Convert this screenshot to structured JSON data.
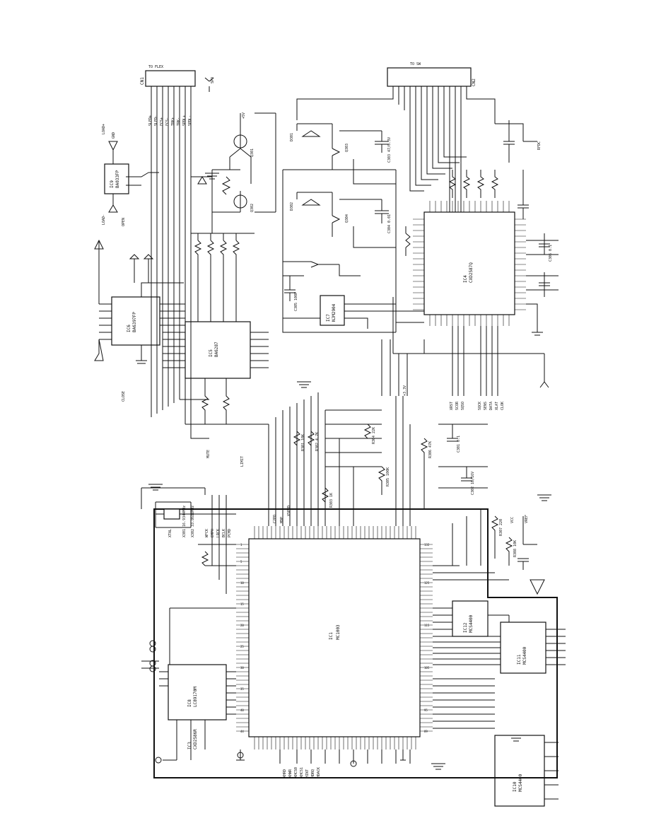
{
  "ics": [
    {
      "id": "ic1",
      "ref": "IC1",
      "part": "MC1003"
    },
    {
      "id": "ic3",
      "ref": "IC3",
      "part": "CXD2586R"
    },
    {
      "id": "ic4",
      "ref": "IC4",
      "part": "CXD2587Q"
    },
    {
      "id": "ic5",
      "ref": "IC5",
      "part": "BA6287"
    },
    {
      "id": "ic6",
      "ref": "IC6",
      "part": "BA6397FP"
    },
    {
      "id": "ic7",
      "ref": "IC7",
      "part": "NJM2904"
    },
    {
      "id": "ic8",
      "ref": "IC8",
      "part": "LC89170M"
    },
    {
      "id": "ic9",
      "ref": "IC9",
      "part": "BA033FP"
    },
    {
      "id": "ic10",
      "ref": "IC10",
      "part": "MCS4400"
    },
    {
      "id": "ic11",
      "ref": "IC11",
      "part": "MCS4400"
    },
    {
      "id": "ic12",
      "ref": "IC12",
      "part": "MCS4400"
    }
  ],
  "connectors": [
    {
      "id": "cn1",
      "ref": "CN1",
      "text": "TO FLEX"
    },
    {
      "id": "cn2",
      "ref": "CN2",
      "text": "TO SW"
    }
  ],
  "net_labels": [
    {
      "id": "n1",
      "text": "+5V"
    },
    {
      "id": "n2",
      "text": "+3.3V"
    },
    {
      "id": "n3",
      "text": "GND"
    },
    {
      "id": "n4",
      "text": "RFDC"
    },
    {
      "id": "n5",
      "text": "LOAD+"
    },
    {
      "id": "n6",
      "text": "LOAD-"
    },
    {
      "id": "n7",
      "text": "SLED+"
    },
    {
      "id": "n8",
      "text": "SLED-"
    },
    {
      "id": "n9",
      "text": "FCS+"
    },
    {
      "id": "n10",
      "text": "FCS-"
    },
    {
      "id": "n11",
      "text": "TRK+"
    },
    {
      "id": "n12",
      "text": "TRK-"
    },
    {
      "id": "n13",
      "text": "SPDL+"
    },
    {
      "id": "n14",
      "text": "SPDL-"
    },
    {
      "id": "n15",
      "text": "XRST"
    },
    {
      "id": "n16",
      "text": "SCOR"
    },
    {
      "id": "n17",
      "text": "SQSO"
    },
    {
      "id": "n18",
      "text": "SQCK"
    },
    {
      "id": "n19",
      "text": "SENS"
    },
    {
      "id": "n20",
      "text": "DATA"
    },
    {
      "id": "n21",
      "text": "XLAT"
    },
    {
      "id": "n22",
      "text": "CLOK"
    },
    {
      "id": "n23",
      "text": "MUTE"
    },
    {
      "id": "n24",
      "text": "LIMIT"
    },
    {
      "id": "n25",
      "text": "OPEN"
    },
    {
      "id": "n26",
      "text": "CLOSE"
    },
    {
      "id": "n27",
      "text": "XTAL"
    },
    {
      "id": "n28",
      "text": "WFCK"
    },
    {
      "id": "n29",
      "text": "EMPH"
    },
    {
      "id": "n30",
      "text": "LRCK"
    },
    {
      "id": "n31",
      "text": "BCLK"
    },
    {
      "id": "n32",
      "text": "PCMD"
    },
    {
      "id": "n33",
      "text": "C2PO"
    },
    {
      "id": "n34",
      "text": "MDP"
    },
    {
      "id": "n35",
      "text": "VCC"
    },
    {
      "id": "n36",
      "text": "VREF"
    },
    {
      "id": "n37",
      "text": "SPO"
    },
    {
      "id": "n38",
      "text": "XSPRD"
    },
    {
      "id": "n39",
      "text": "XHRD"
    },
    {
      "id": "n40",
      "text": "XHWR"
    },
    {
      "id": "n41",
      "text": "XHCS0"
    },
    {
      "id": "n42",
      "text": "XHCS1"
    },
    {
      "id": "n43",
      "text": "HINT"
    },
    {
      "id": "n44",
      "text": "HDRQ"
    },
    {
      "id": "n45",
      "text": "HDACK"
    }
  ],
  "components": [
    {
      "id": "r1",
      "text": "R301 10K"
    },
    {
      "id": "r2",
      "text": "R302 4.7K"
    },
    {
      "id": "r3",
      "text": "R303 1K"
    },
    {
      "id": "r4",
      "text": "R304 22K"
    },
    {
      "id": "r5",
      "text": "R305 100K"
    },
    {
      "id": "r6",
      "text": "R306 47K"
    },
    {
      "id": "r7",
      "text": "R307 220"
    },
    {
      "id": "r8",
      "text": "R308 10K"
    },
    {
      "id": "c1",
      "text": "C301 0.1"
    },
    {
      "id": "c2",
      "text": "C302 10/16V"
    },
    {
      "id": "c3",
      "text": "C303 47/6.3V"
    },
    {
      "id": "c4",
      "text": "C304 0.01"
    },
    {
      "id": "c5",
      "text": "C305 100P"
    },
    {
      "id": "c6",
      "text": "C306 0.1"
    },
    {
      "id": "q1",
      "text": "Q301"
    },
    {
      "id": "q2",
      "text": "Q302"
    },
    {
      "id": "q3",
      "text": "Q303"
    },
    {
      "id": "q4",
      "text": "Q304"
    },
    {
      "id": "d1",
      "text": "D301"
    },
    {
      "id": "d2",
      "text": "D302"
    },
    {
      "id": "x1",
      "text": "X301 16.9344MHz"
    },
    {
      "id": "x2",
      "text": "X302 33.8688MHz"
    }
  ]
}
